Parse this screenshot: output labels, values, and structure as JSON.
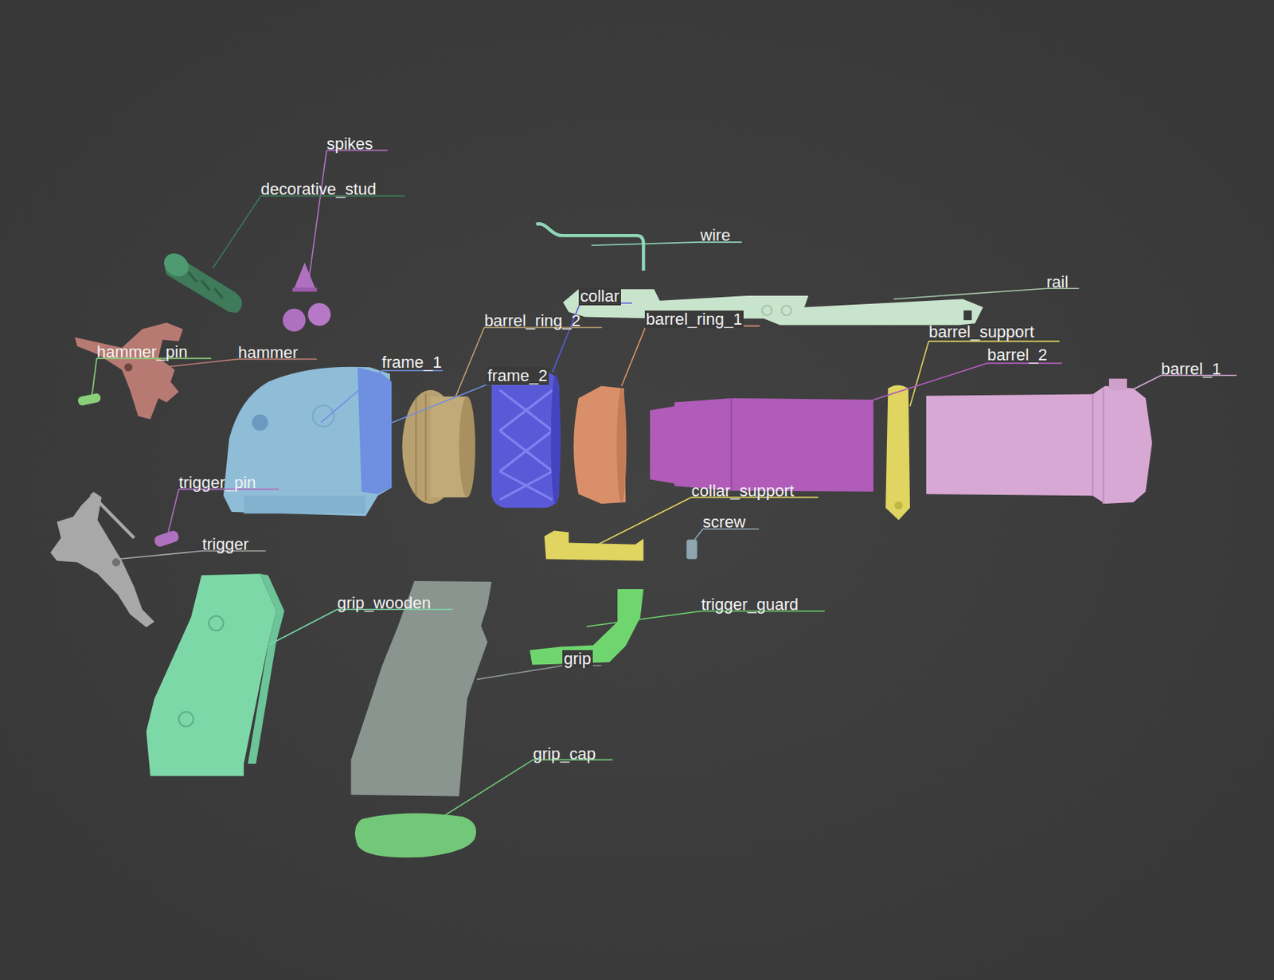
{
  "diagram": {
    "labels": [
      "spikes",
      "decorative_stud",
      "wire",
      "rail",
      "collar",
      "barrel_ring_2",
      "barrel_ring_1",
      "barrel_support",
      "barrel_2",
      "barrel_1",
      "hammer_pin",
      "hammer",
      "frame_1",
      "frame_2",
      "trigger_pin",
      "trigger",
      "collar_support",
      "screw",
      "grip_wooden",
      "trigger_guard",
      "grip",
      "grip_cap"
    ]
  }
}
